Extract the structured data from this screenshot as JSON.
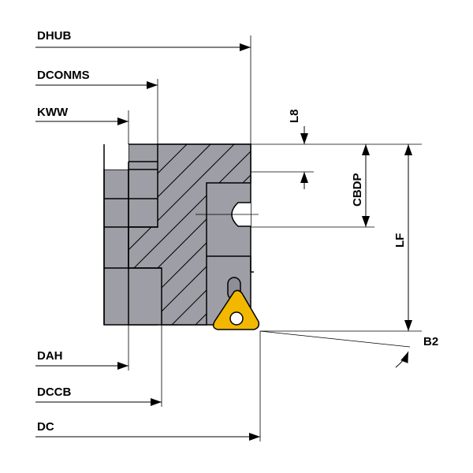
{
  "labels": {
    "dhub": "DHUB",
    "dconms": "DCONMS",
    "kww": "KWW",
    "l8": "L8",
    "cbdp": "CBDP",
    "lf": "LF",
    "b2": "B2",
    "dah": "DAH",
    "dccb": "DCCB",
    "dc": "DC"
  },
  "colors": {
    "body": "#9e9ea6",
    "body_dark": "#8e8e96",
    "outline": "#000000",
    "insert": "#f2b800",
    "hole": "#ffffff"
  }
}
